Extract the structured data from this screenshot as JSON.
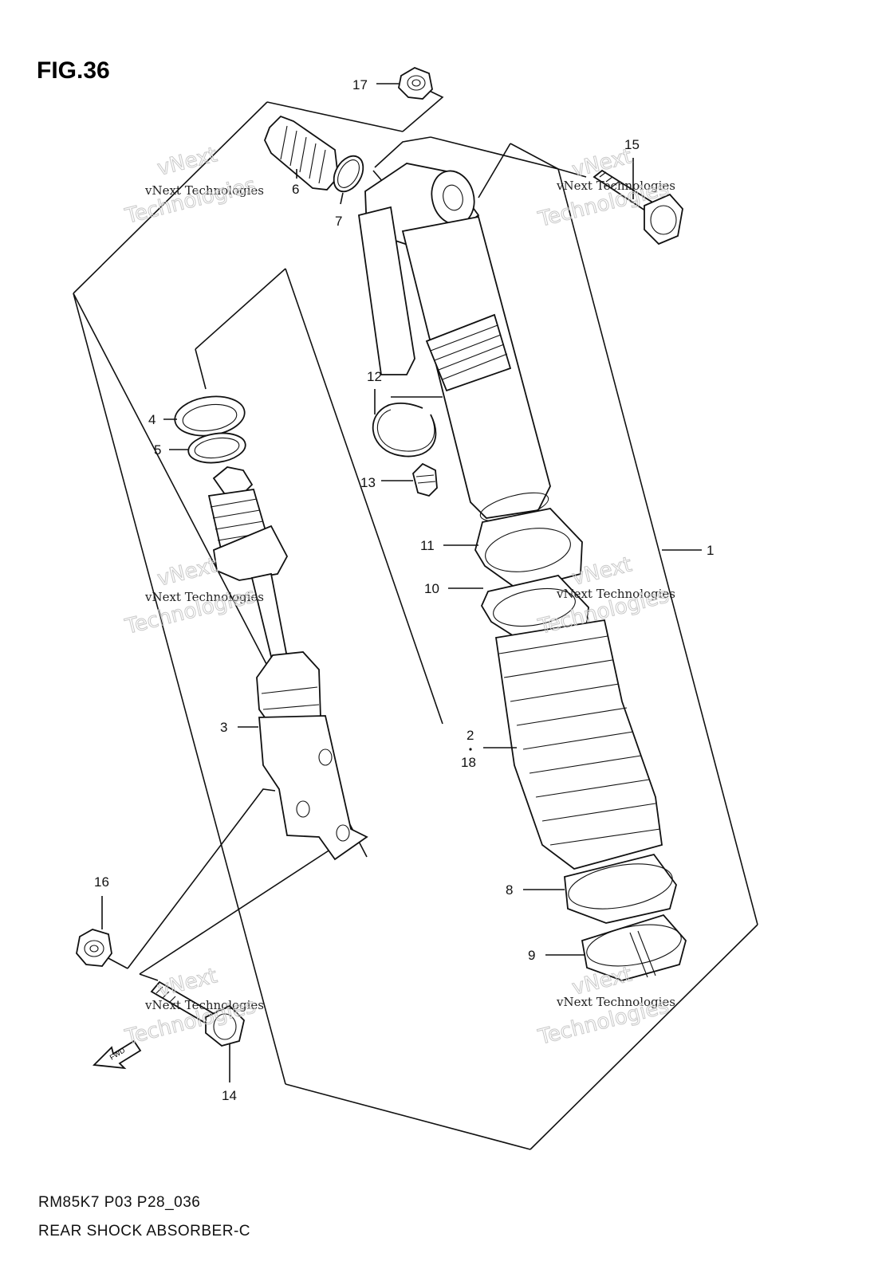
{
  "figure": {
    "label": "FIG.36"
  },
  "callouts": [
    {
      "id": "17",
      "text": "17"
    },
    {
      "id": "15",
      "text": "15"
    },
    {
      "id": "6",
      "text": "6"
    },
    {
      "id": "7",
      "text": "7"
    },
    {
      "id": "12",
      "text": "12"
    },
    {
      "id": "13",
      "text": "13"
    },
    {
      "id": "4",
      "text": "4"
    },
    {
      "id": "5",
      "text": "5"
    },
    {
      "id": "11",
      "text": "11"
    },
    {
      "id": "1",
      "text": "1"
    },
    {
      "id": "10",
      "text": "10"
    },
    {
      "id": "3",
      "text": "3"
    },
    {
      "id": "2",
      "text": "2"
    },
    {
      "id": "18",
      "text": "18"
    },
    {
      "id": "8",
      "text": "8"
    },
    {
      "id": "16",
      "text": "16"
    },
    {
      "id": "9",
      "text": "9"
    },
    {
      "id": "14",
      "text": "14"
    }
  ],
  "fwd_label": "FWD",
  "watermark": {
    "line1": "vNext Technologies",
    "line2": "Technologies",
    "small": "vNext"
  },
  "footer": {
    "code": "RM85K7 P03 P28_036",
    "title": "REAR SHOCK ABSORBER-C"
  }
}
